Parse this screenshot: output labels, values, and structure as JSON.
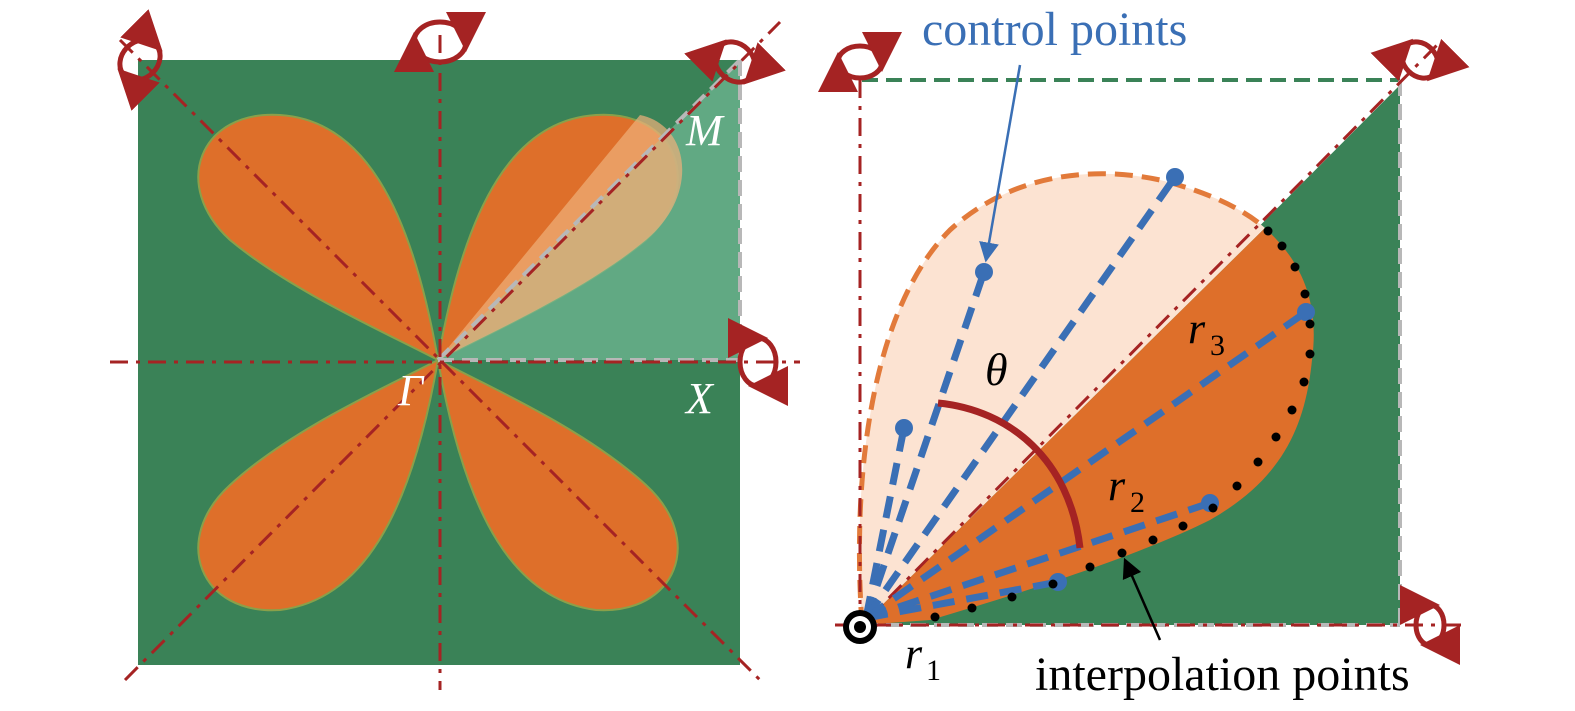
{
  "labels": {
    "left_M": "M",
    "left_Gamma": "Γ",
    "left_X": "X",
    "right_control_points": "control points",
    "right_interpolation_points": "interpolation points",
    "right_theta": "θ",
    "right_r1_base": "r",
    "right_r1_sub": "1",
    "right_r2_base": "r",
    "right_r2_sub": "2",
    "right_r3_base": "r",
    "right_r3_sub": "3"
  },
  "colors": {
    "green": "#3a8257",
    "green_light": "#5aa480",
    "orange": "#de6f2a",
    "orange_light": "#f1aa6c",
    "pale": "#fce3d2",
    "red": "#a52323",
    "blue": "#3a6fb5",
    "gray": "#b8b8b8",
    "black": "#000000",
    "white": "#ffffff"
  }
}
